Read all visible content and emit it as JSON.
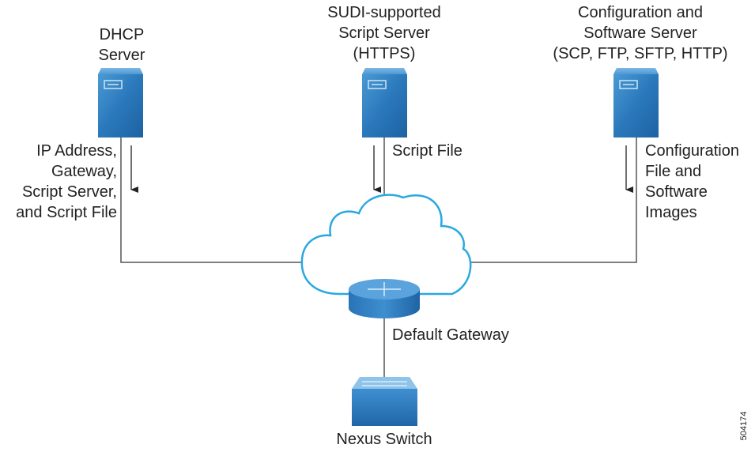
{
  "servers": {
    "dhcp": {
      "title": [
        "DHCP",
        "Server"
      ],
      "payload": [
        "IP Address,",
        "Gateway,",
        "Script Server,",
        "and Script File"
      ]
    },
    "script": {
      "title": [
        "SUDI-supported",
        "Script Server",
        "(HTTPS)"
      ],
      "payload": [
        "Script File"
      ]
    },
    "config": {
      "title": [
        "Configuration and",
        "Software Server",
        "(SCP, FTP, SFTP, HTTP)"
      ],
      "payload": [
        "Configuration",
        "File and",
        "Software",
        "Images"
      ]
    }
  },
  "gateway": {
    "label": "Default Gateway"
  },
  "switch": {
    "label": "Nexus Switch"
  },
  "figure_id": "504174",
  "colors": {
    "device_blue": "#2e7fc0",
    "cloud_outline": "#29a8e0",
    "line": "#555555"
  }
}
